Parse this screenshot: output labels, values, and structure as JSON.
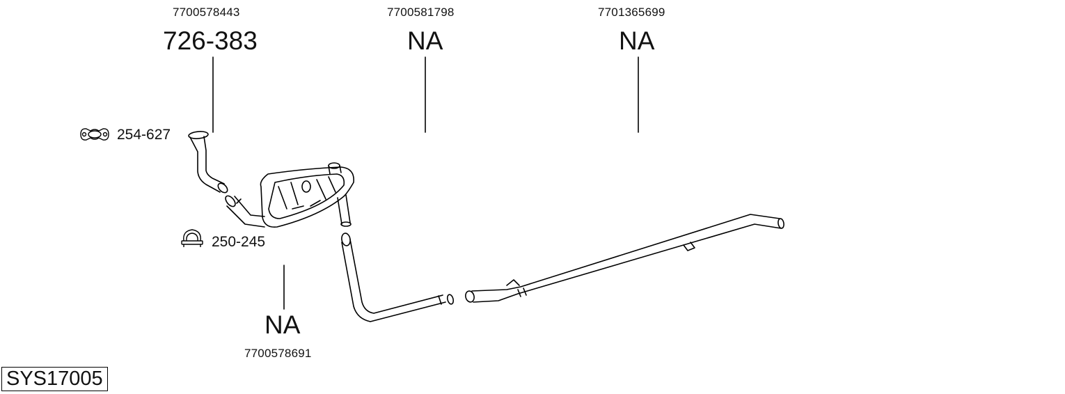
{
  "diagram": {
    "system_code": "SYS17005",
    "parts": [
      {
        "oem_number": "7700578443",
        "part_number": "726-383"
      },
      {
        "oem_number": "7700581798",
        "part_number": "NA"
      },
      {
        "oem_number": "7701365699",
        "part_number": "NA"
      },
      {
        "oem_number": "7700578691",
        "part_number": "NA"
      }
    ],
    "clamps": [
      {
        "part_number": "254-627",
        "icon": "gasket-clamp-icon"
      },
      {
        "part_number": "250-245",
        "icon": "u-bolt-clamp-icon"
      }
    ]
  }
}
